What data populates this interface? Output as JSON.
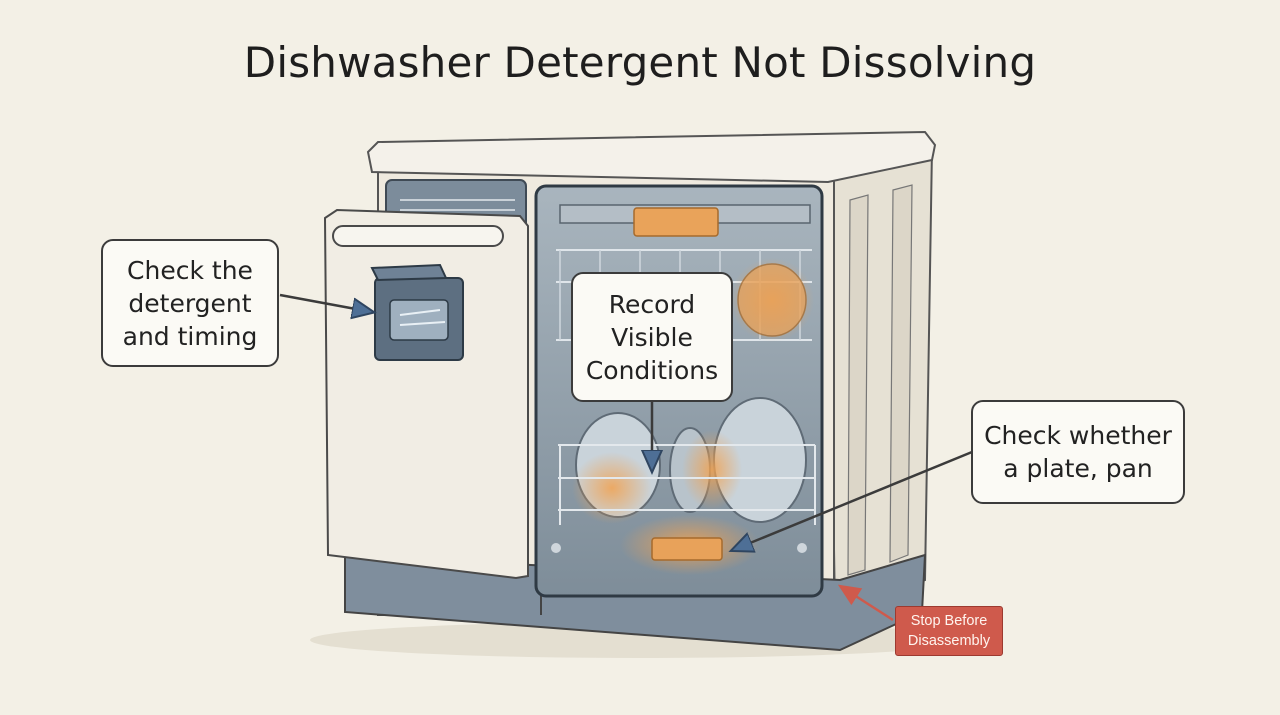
{
  "title": "Dishwasher Detergent Not Dissolving",
  "callouts": {
    "detergent": [
      "Check the",
      "detergent",
      "and timing"
    ],
    "conditions": [
      "Record",
      "Visible",
      "Conditions"
    ],
    "plate": [
      "Check whether",
      "a plate, pan"
    ]
  },
  "warning": [
    "Stop Before",
    "Disassembly"
  ],
  "colors": {
    "background": "#f3f0e6",
    "appliance": "#ece7da",
    "tub": "#8c9aa6",
    "accent": "#e39a4a",
    "arrow": "#5b7fa8",
    "warning": "#cf5a4c"
  }
}
